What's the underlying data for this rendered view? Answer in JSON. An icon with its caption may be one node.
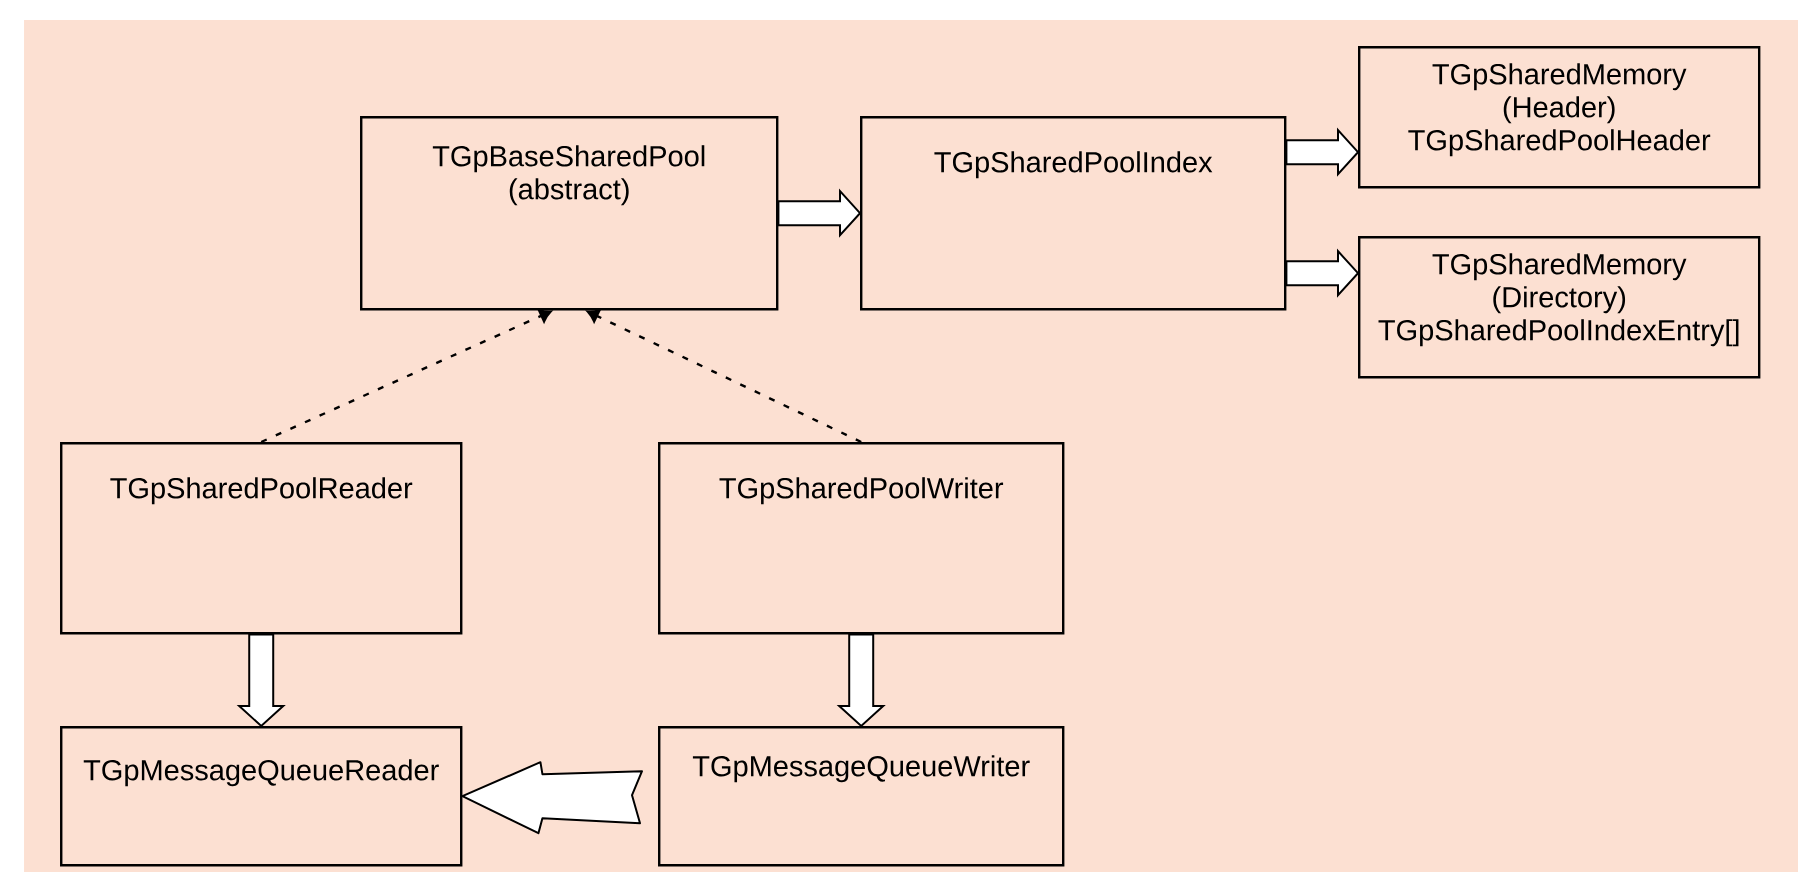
{
  "diagram": {
    "nodes": [
      {
        "text": [
          "TGpBaseSharedPool (abstract)"
        ]
      },
      {
        "text": [
          "TGpSharedPoolIndex"
        ]
      },
      {
        "text": [
          "TGpSharedMemory (Header) TGpSharedPoolHeader"
        ]
      },
      {
        "text": [
          "TGpSharedMemory (Directory) TGpSharedPoolIndexEntry[]"
        ]
      },
      {
        "text": [
          "TGpSharedPoolReader"
        ]
      },
      {
        "text": [
          "TGpSharedPoolWriter"
        ]
      },
      {
        "text": [
          "TGpMessageQueueReader"
        ]
      },
      {
        "text": [
          "TGpMessageQueueWriter"
        ]
      }
    ],
    "edges": [
      {
        "from": 0,
        "to": 1,
        "arrow": "to"
      },
      {
        "from": 1,
        "to": 2,
        "arrow": "to"
      },
      {
        "from": 1,
        "to": 3,
        "arrow": "to"
      },
      {
        "from": 4,
        "to": 0,
        "arrow": "to",
        "style": "dashed"
      },
      {
        "from": 5,
        "to": 0,
        "arrow": "to",
        "style": "dashed"
      },
      {
        "from": 4,
        "to": 6,
        "arrow": "to"
      },
      {
        "from": 5,
        "to": 7,
        "arrow": "to"
      },
      {
        "from": 7,
        "to": 6,
        "arrow": "to",
        "style": "thick"
      }
    ]
  }
}
